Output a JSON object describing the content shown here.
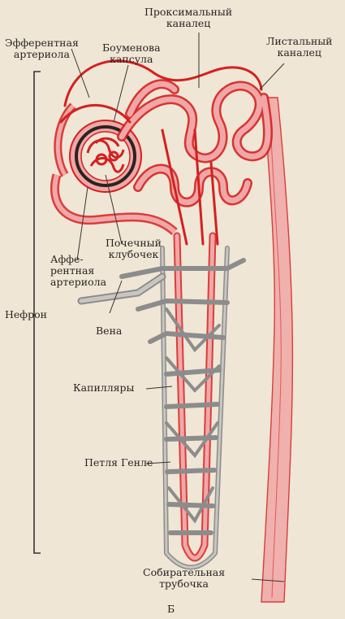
{
  "labels": {
    "efferent": [
      "Эфферентная",
      "артериола"
    ],
    "bowman": [
      "Боуменова",
      "капсула"
    ],
    "proximal": [
      "Проксимальный",
      "каналец"
    ],
    "distal": [
      "Листальный",
      "каналец"
    ],
    "glomerulus": [
      "Почечный",
      "клубочек"
    ],
    "afferent": [
      "Аффе-",
      "рентная",
      "артериола"
    ],
    "nephron": "Нефрон",
    "vein": "Вена",
    "capillaries": "Капилляры",
    "henle": "Петля Генле",
    "collecting": [
      "Собирательная",
      "трубочка"
    ],
    "figure_letter": "Б"
  },
  "colors": {
    "tubule_outline": "#d42020",
    "tubule_fill": "#f1a7a7",
    "vessel": "#8c8c8c",
    "vessel_fill": "#c9c6c0",
    "background": "#efe6d6",
    "text": "#2a2420"
  }
}
